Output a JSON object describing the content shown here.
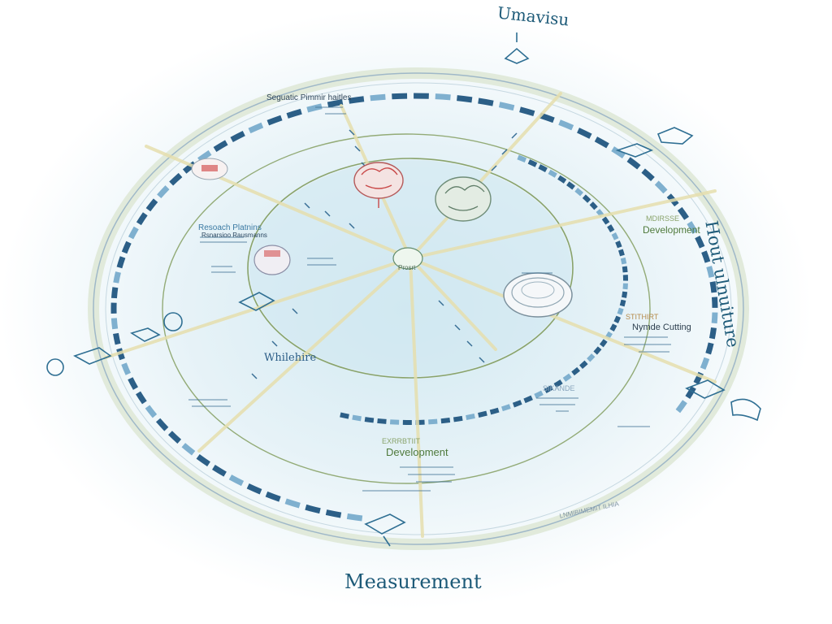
{
  "labels": {
    "top": "Umavisu",
    "right": "Hout ulnuiture",
    "bottom": "Measurement",
    "left_mid": "Whilehire",
    "seguate": "Seguatic Pimmir haitles",
    "research_title": "Resoach Platnins",
    "research_sub": "Rsnarsioo Rausmanns",
    "dev_right_top": "MDIRSSE",
    "dev_right": "Development",
    "cutting_top": "STITHIRT",
    "cutting": "Nymde Cutting",
    "dev_bottom_top": "EXRRBTIIT",
    "dev_bottom": "Development",
    "center": "Prosrt",
    "lower_right_top": "SIKANDE",
    "bottom_right_text": "LNMIBIMEMIT ILHIA"
  },
  "colors": {
    "blue_dark": "#2c5f87",
    "blue_light": "#7fb0cf",
    "ring_green": "#8aa36b",
    "ring_pale": "#d6e2c8",
    "red_accent": "#c94a4a",
    "center_fill": "#cfe8f1"
  }
}
